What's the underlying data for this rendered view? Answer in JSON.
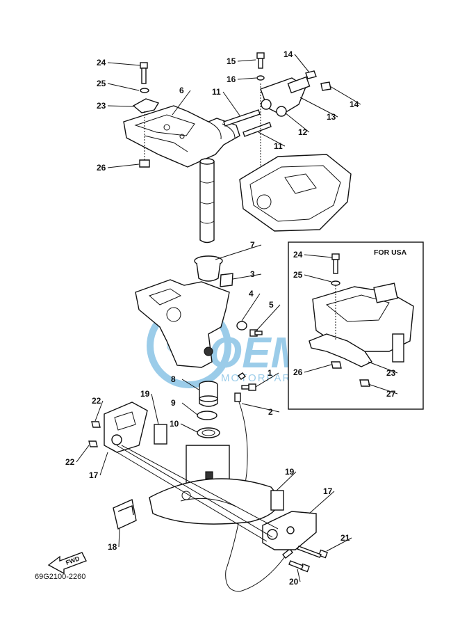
{
  "diagram_code": "69G2100-2260",
  "inset_label": "FOR USA",
  "fwd_label": "FWD",
  "watermark": {
    "logo": "OEM",
    "text": "MOTORPARTS"
  },
  "colors": {
    "ink": "#111111",
    "watermark": "#4aa3d8"
  },
  "callouts": [
    {
      "id": "c24a",
      "label": "24"
    },
    {
      "id": "c25a",
      "label": "25"
    },
    {
      "id": "c23a",
      "label": "23"
    },
    {
      "id": "c6",
      "label": "6"
    },
    {
      "id": "c26a",
      "label": "26"
    },
    {
      "id": "c15",
      "label": "15"
    },
    {
      "id": "c16",
      "label": "16"
    },
    {
      "id": "c14a",
      "label": "14"
    },
    {
      "id": "c14b",
      "label": "14"
    },
    {
      "id": "c13",
      "label": "13"
    },
    {
      "id": "c12",
      "label": "12"
    },
    {
      "id": "c11a",
      "label": "11"
    },
    {
      "id": "c11b",
      "label": "11"
    },
    {
      "id": "c7",
      "label": "7"
    },
    {
      "id": "c3",
      "label": "3"
    },
    {
      "id": "c4",
      "label": "4"
    },
    {
      "id": "c5",
      "label": "5"
    },
    {
      "id": "c8",
      "label": "8"
    },
    {
      "id": "c1",
      "label": "1"
    },
    {
      "id": "c9",
      "label": "9"
    },
    {
      "id": "c2",
      "label": "2"
    },
    {
      "id": "c10",
      "label": "10"
    },
    {
      "id": "c19a",
      "label": "19"
    },
    {
      "id": "c22a",
      "label": "22"
    },
    {
      "id": "c22b",
      "label": "22"
    },
    {
      "id": "c17a",
      "label": "17"
    },
    {
      "id": "c19b",
      "label": "19"
    },
    {
      "id": "c17b",
      "label": "17"
    },
    {
      "id": "c18",
      "label": "18"
    },
    {
      "id": "c21",
      "label": "21"
    },
    {
      "id": "c20",
      "label": "20"
    },
    {
      "id": "c24b",
      "label": "24"
    },
    {
      "id": "c25b",
      "label": "25"
    },
    {
      "id": "c26b",
      "label": "26"
    },
    {
      "id": "c23b",
      "label": "23"
    },
    {
      "id": "c27",
      "label": "27"
    }
  ]
}
